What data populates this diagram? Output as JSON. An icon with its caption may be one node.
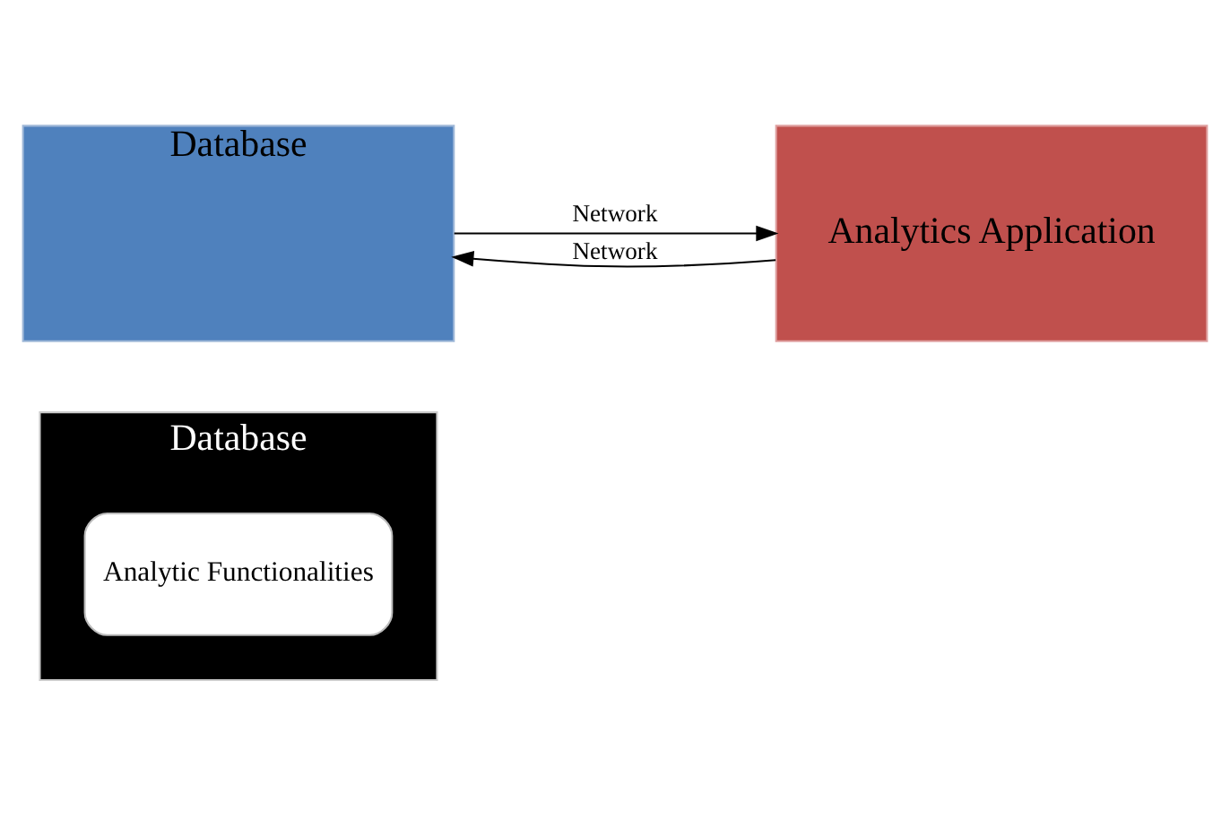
{
  "diagram": {
    "nodes": [
      {
        "text": [
          "Database"
        ]
      },
      {
        "text": [
          "Analytics Application"
        ]
      },
      {
        "text": [
          "Database"
        ]
      },
      {
        "text": [
          "Analytic Functionalities"
        ],
        "in": 2
      }
    ],
    "edges": [
      {
        "from": 0,
        "to": 1,
        "arrow": "to",
        "label": "Network"
      },
      {
        "from": 1,
        "to": 0,
        "arrow": "to",
        "label": "Network"
      }
    ]
  }
}
